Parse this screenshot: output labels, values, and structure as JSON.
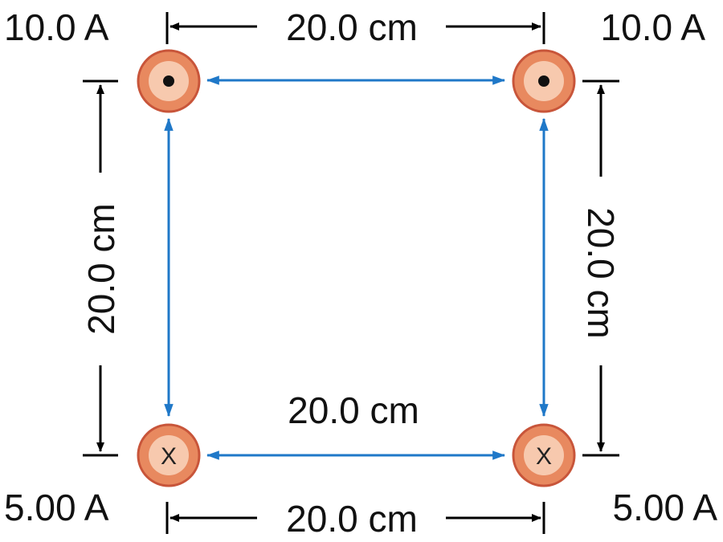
{
  "wires": {
    "top_left": {
      "current": "10.0 A",
      "direction_symbol": "•"
    },
    "top_right": {
      "current": "10.0 A",
      "direction_symbol": "•"
    },
    "bottom_left": {
      "current": "5.00 A",
      "direction_symbol": "X"
    },
    "bottom_right": {
      "current": "5.00 A",
      "direction_symbol": "X"
    }
  },
  "dimensions": {
    "top": "20.0 cm",
    "bottom": "20.0 cm",
    "left": "20.0 cm",
    "right": "20.0 cm",
    "center_bottom": "20.0 cm"
  },
  "colors": {
    "wire_outer": "#e8895f",
    "wire_inner": "#f7c9ae",
    "wire_ring": "#c8553a",
    "arrow_blue": "#1f78c8",
    "dimension_black": "#000000"
  }
}
